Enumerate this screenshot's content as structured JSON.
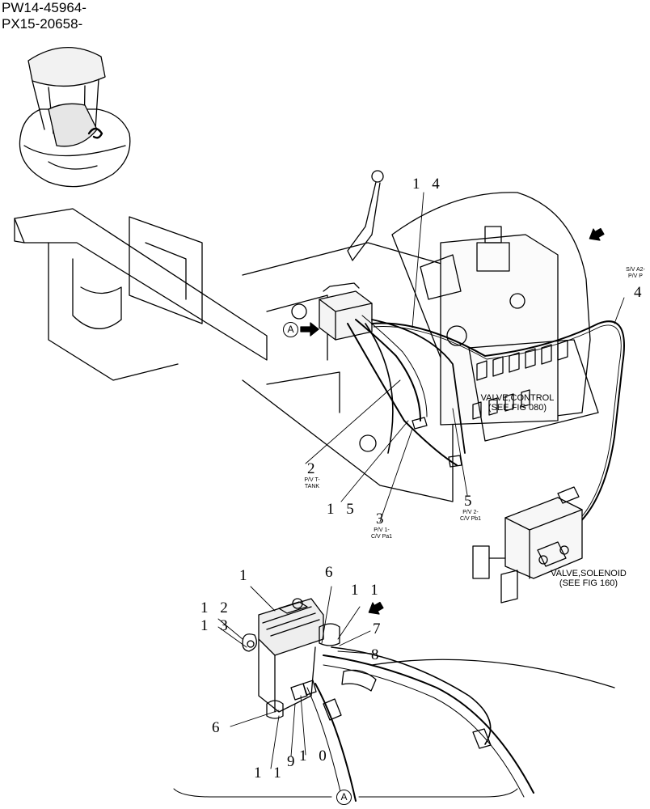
{
  "serials": [
    "PW14-45964-",
    "PX15-20658-"
  ],
  "callouts": {
    "c1": "1",
    "c2": "2",
    "c3": "3",
    "c4": "4",
    "c5": "5",
    "c6a": "6",
    "c6b": "6",
    "c7": "7",
    "c8": "8",
    "c9": "9",
    "c10": "1 0",
    "c11a": "1 1",
    "c11b": "1 1",
    "c12": "1 2",
    "c13": "1 3",
    "c14": "1 4",
    "c15": "1 5"
  },
  "port_labels": {
    "p2": [
      "P/V T-",
      "TANK"
    ],
    "p3": [
      "P/V 1-",
      "C/V Pa1"
    ],
    "p4": [
      "S/V A2-",
      "P/V P"
    ],
    "p5": [
      "P/V 2-",
      "C/V Pb1"
    ]
  },
  "references": {
    "control_valve": [
      "VALVE,CONTROL",
      "(SEE FIG 080)"
    ],
    "solenoid_valve": [
      "VALVE,SOLENOID",
      "(SEE FIG 160)"
    ]
  },
  "detail_marker": "A",
  "icons": [
    "machine-thumbnail-icon",
    "front-direction-arrow-icon",
    "detail-a-marker-icon"
  ]
}
